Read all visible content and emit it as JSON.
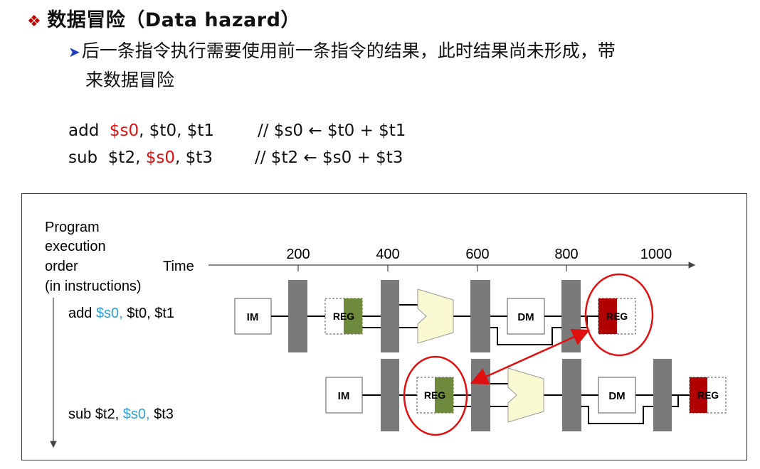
{
  "slide": {
    "bullet": "❖",
    "title": "数据冒险（Data hazard）",
    "sub_arrow": "➤",
    "subtitle_line1": "后一条指令执行需要使用前一条指令的结果，此时结果尚未形成，带",
    "subtitle_line2": "来数据冒险"
  },
  "code": {
    "line1": {
      "op": "add",
      "dest": "$s0",
      "rest": ", $t0, $t1",
      "comment_pre": "//  $s0 ",
      "arrow": "←",
      "comment_post": "  $t0 +  $t1"
    },
    "line2": {
      "op": "sub",
      "src1": "$t2, ",
      "hazard": "$s0",
      "rest": ", $t3",
      "comment_pre": "//   $t2  ",
      "arrow": "←",
      "comment_post": "  $s0 + $t3"
    }
  },
  "diagram": {
    "axis_label": [
      "Program",
      "execution",
      "order",
      "(in instructions)"
    ],
    "time_label": "Time",
    "ticks": [
      "200",
      "400",
      "600",
      "800",
      "1000"
    ],
    "instr1": {
      "op": "add",
      "hazard_reg": "$s0,",
      "rest": " $t0, $t1"
    },
    "instr2": {
      "op": "sub $t2, ",
      "hazard_reg": "$s0,",
      "rest": " $t3"
    },
    "stages": {
      "im": "IM",
      "reg": "REG",
      "dm": "DM"
    }
  },
  "colors": {
    "red_text": "#e01010",
    "cyan_reg": "#30a0d8",
    "green_read": "#6e8b3d",
    "red_write": "#b00000",
    "alu_fill": "#fafad2",
    "latch_gray": "#7a7a7a",
    "circle_red": "#e01010"
  }
}
